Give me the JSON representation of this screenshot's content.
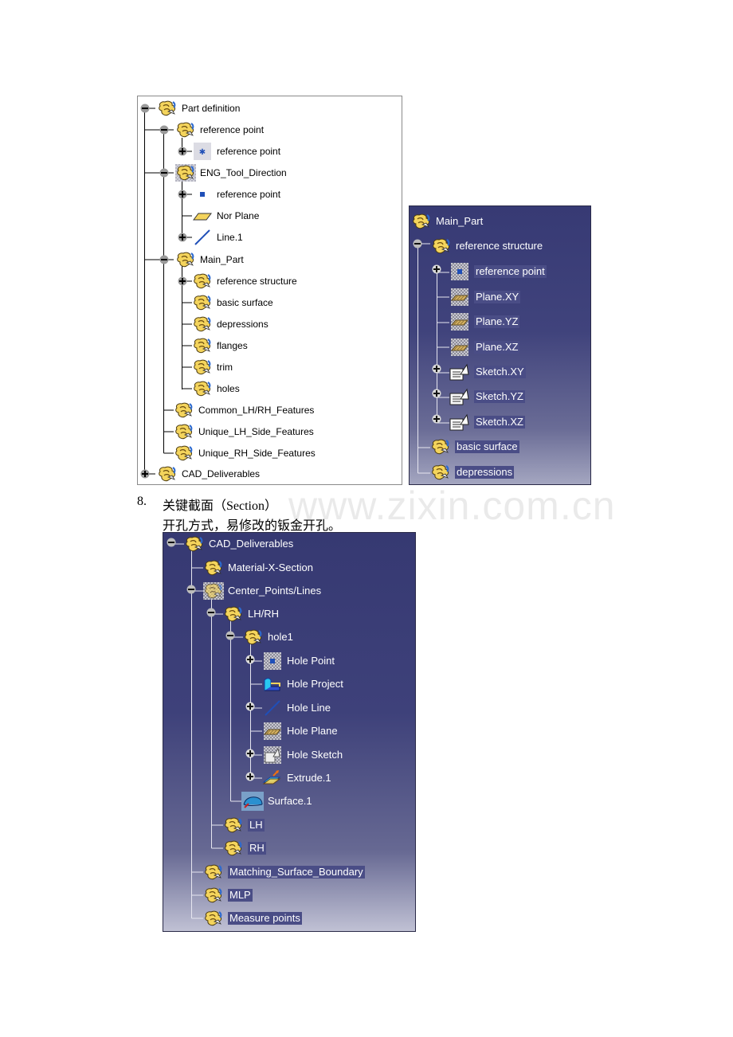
{
  "tree1": {
    "root": "Part definition",
    "ref1": "reference point",
    "ref1_child": "reference point",
    "eng": "ENG_Tool_Direction",
    "eng_ref": "reference point",
    "eng_plane": "Nor Plane",
    "eng_line": "Line.1",
    "main": "Main_Part",
    "main_items": [
      "reference structure",
      "basic surface",
      "depressions",
      "flanges",
      "trim",
      "holes"
    ],
    "common": "Common_LH/RH_Features",
    "unique_lh": "Unique_LH_Side_Features",
    "unique_rh": "Unique_RH_Side_Features",
    "cad": "CAD_Deliverables"
  },
  "tree2": {
    "root": "Main_Part",
    "ref_struct": "reference structure",
    "ref_point": "reference point",
    "planes": [
      "Plane.XY",
      "Plane.YZ",
      "Plane.XZ"
    ],
    "sketches": [
      "Sketch.XY",
      "Sketch.YZ",
      "Sketch.XZ"
    ],
    "basic": "basic surface",
    "depressions": "depressions"
  },
  "section": {
    "number": "8.",
    "title": "关键截面（Section）",
    "subtitle": "开孔方式，易修改的钣金开孔。"
  },
  "watermark": "www.zixin.com.cn",
  "tree3": {
    "root": "CAD_Deliverables",
    "material": "Material-X-Section",
    "center": "Center_Points/Lines",
    "lhrh": "LH/RH",
    "hole1": "hole1",
    "hole_items": [
      "Hole Point",
      "Hole Project",
      "Hole Line",
      "Hole Plane",
      "Hole Sketch",
      "Extrude.1"
    ],
    "surface": "Surface.1",
    "lh": "LH",
    "rh": "RH",
    "matching": "Matching_Surface_Boundary",
    "mlp": "MLP",
    "measure": "Measure points"
  },
  "colors": {
    "panel_dark": "#3b3e78",
    "icon_yellow": "#f4d45c",
    "icon_blue": "#1f4fb8"
  }
}
